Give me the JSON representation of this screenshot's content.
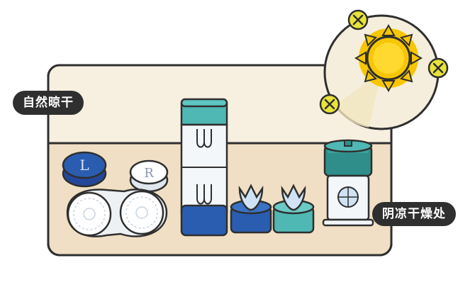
{
  "labels": {
    "natural_dry": "自然晾干",
    "shade_dry": "阴凉干燥处"
  },
  "icons": {
    "sun": "sun-icon",
    "forbidden_marks": [
      "x-circle-icon",
      "x-circle-icon",
      "x-circle-icon"
    ],
    "left_case_letter": "L",
    "right_case_letter": "R"
  },
  "colors": {
    "cabinet_top": "#f7efe0",
    "cabinet_bottom": "#f0dfc4",
    "outline": "#2f2f2f",
    "teal": "#4fb8b4",
    "blue": "#2a5db0",
    "navy": "#24479a",
    "sun_yellow": "#f7c600",
    "sun_bg": "#f5eedc",
    "x_yellow": "#e8e33a"
  }
}
